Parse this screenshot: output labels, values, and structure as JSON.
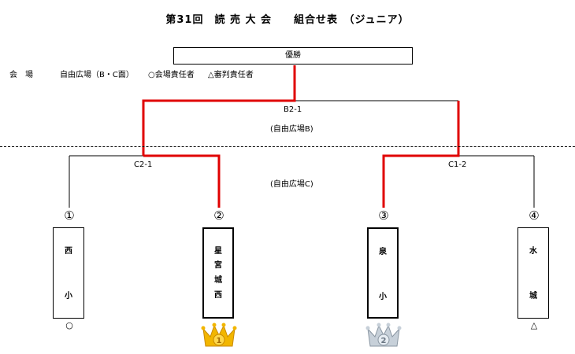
{
  "title": "第31回　読 売 大 会　　組合せ表　（ジュニア）",
  "venue": {
    "label": "会　場",
    "place": "自由広場（B・C面）",
    "legend_host": "○会場責任者",
    "legend_referee": "△審判責任者"
  },
  "final": {
    "label": "優勝"
  },
  "semi": {
    "match_id": "B2-1",
    "venue": "(自由広場B)"
  },
  "quarter": {
    "left_match_id": "C2-1",
    "right_match_id": "C1-2",
    "venue": "(自由広場C)"
  },
  "teams": [
    {
      "num": "①",
      "chars": [
        "西",
        "小"
      ],
      "mark": "○"
    },
    {
      "num": "②",
      "chars": [
        "星",
        "宮",
        "城",
        "西"
      ],
      "mark": ""
    },
    {
      "num": "③",
      "chars": [
        "泉",
        "小"
      ],
      "mark": ""
    },
    {
      "num": "④",
      "chars": [
        "水",
        "城"
      ],
      "mark": "△"
    }
  ],
  "crowns": [
    {
      "icon": "gold-crown-icon",
      "rank": "1",
      "color": "#f2b600"
    },
    {
      "icon": "silver-crown-icon",
      "rank": "2",
      "color": "#b9c4cf"
    }
  ],
  "colors": {
    "winner_line": "#e00000",
    "line": "#000000"
  }
}
